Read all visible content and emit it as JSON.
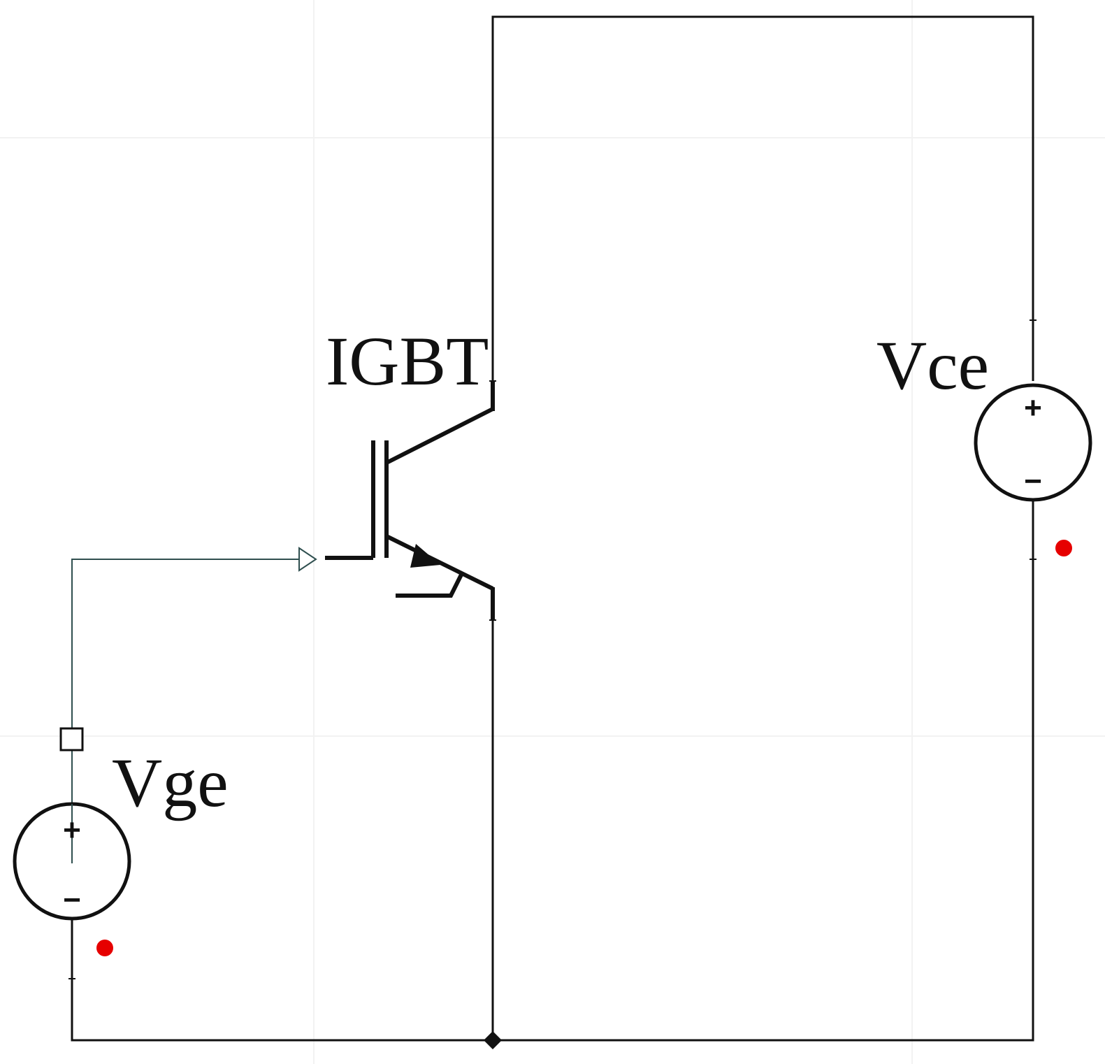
{
  "diagram": {
    "type": "circuit-schematic",
    "components": {
      "igbt": {
        "label": "IGBT"
      },
      "vce_source": {
        "label": "Vce",
        "plus": "+",
        "minus": "−"
      },
      "vge_source": {
        "label": "Vge",
        "plus": "+",
        "minus": "−"
      }
    },
    "colors": {
      "wire": "#111111",
      "gate_wire": "#2f4f4f",
      "marker": "#e60000",
      "faint_grid": "#f2f2f2"
    }
  }
}
